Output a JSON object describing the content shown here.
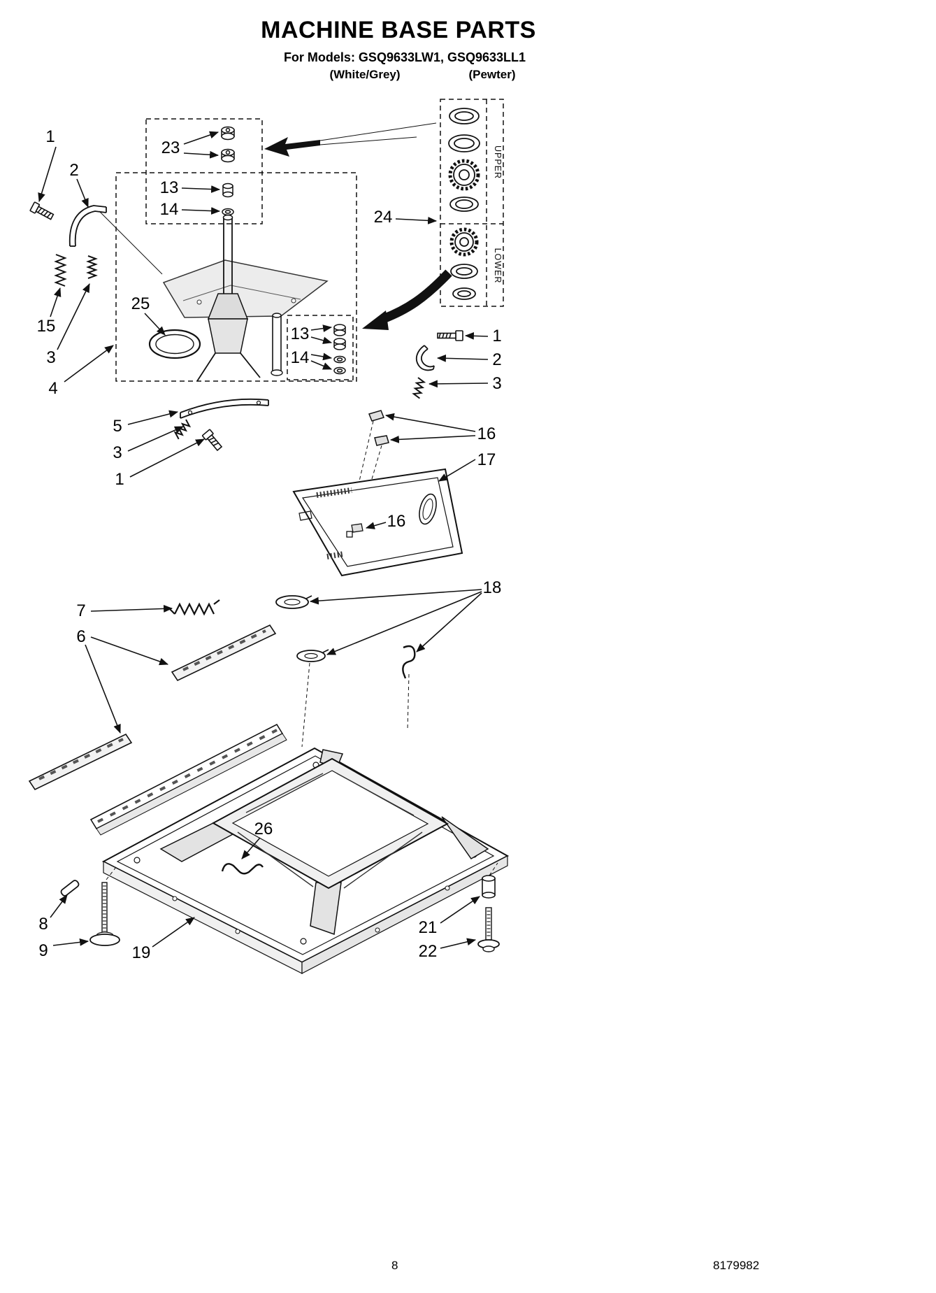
{
  "header": {
    "title": "MACHINE BASE PARTS",
    "models_line": "For Models: GSQ9633LW1, GSQ9633LL1",
    "color_left": "(White/Grey)",
    "color_right": "(Pewter)"
  },
  "diagram": {
    "bearing_kit": {
      "upper_label": "UPPER",
      "lower_label": "LOWER"
    },
    "callouts": [
      {
        "id": "c01",
        "text": "1"
      },
      {
        "id": "c02",
        "text": "2"
      },
      {
        "id": "c03",
        "text": "23"
      },
      {
        "id": "c04",
        "text": "13"
      },
      {
        "id": "c05",
        "text": "14"
      },
      {
        "id": "c06",
        "text": "24"
      },
      {
        "id": "c07",
        "text": "15"
      },
      {
        "id": "c08",
        "text": "3"
      },
      {
        "id": "c09",
        "text": "4"
      },
      {
        "id": "c10",
        "text": "25"
      },
      {
        "id": "c11",
        "text": "13"
      },
      {
        "id": "c12",
        "text": "14"
      },
      {
        "id": "c13",
        "text": "1"
      },
      {
        "id": "c14",
        "text": "2"
      },
      {
        "id": "c15",
        "text": "3"
      },
      {
        "id": "c16",
        "text": "5"
      },
      {
        "id": "c17",
        "text": "3"
      },
      {
        "id": "c18",
        "text": "1"
      },
      {
        "id": "c19",
        "text": "16"
      },
      {
        "id": "c20",
        "text": "17"
      },
      {
        "id": "c21",
        "text": "16"
      },
      {
        "id": "c22",
        "text": "18"
      },
      {
        "id": "c23",
        "text": "7"
      },
      {
        "id": "c24",
        "text": "6"
      },
      {
        "id": "c25",
        "text": "26"
      },
      {
        "id": "c26",
        "text": "8"
      },
      {
        "id": "c27",
        "text": "9"
      },
      {
        "id": "c28",
        "text": "19"
      },
      {
        "id": "c29",
        "text": "21"
      },
      {
        "id": "c30",
        "text": "22"
      }
    ]
  },
  "footer": {
    "page_number": "8",
    "doc_number": "8179982"
  }
}
